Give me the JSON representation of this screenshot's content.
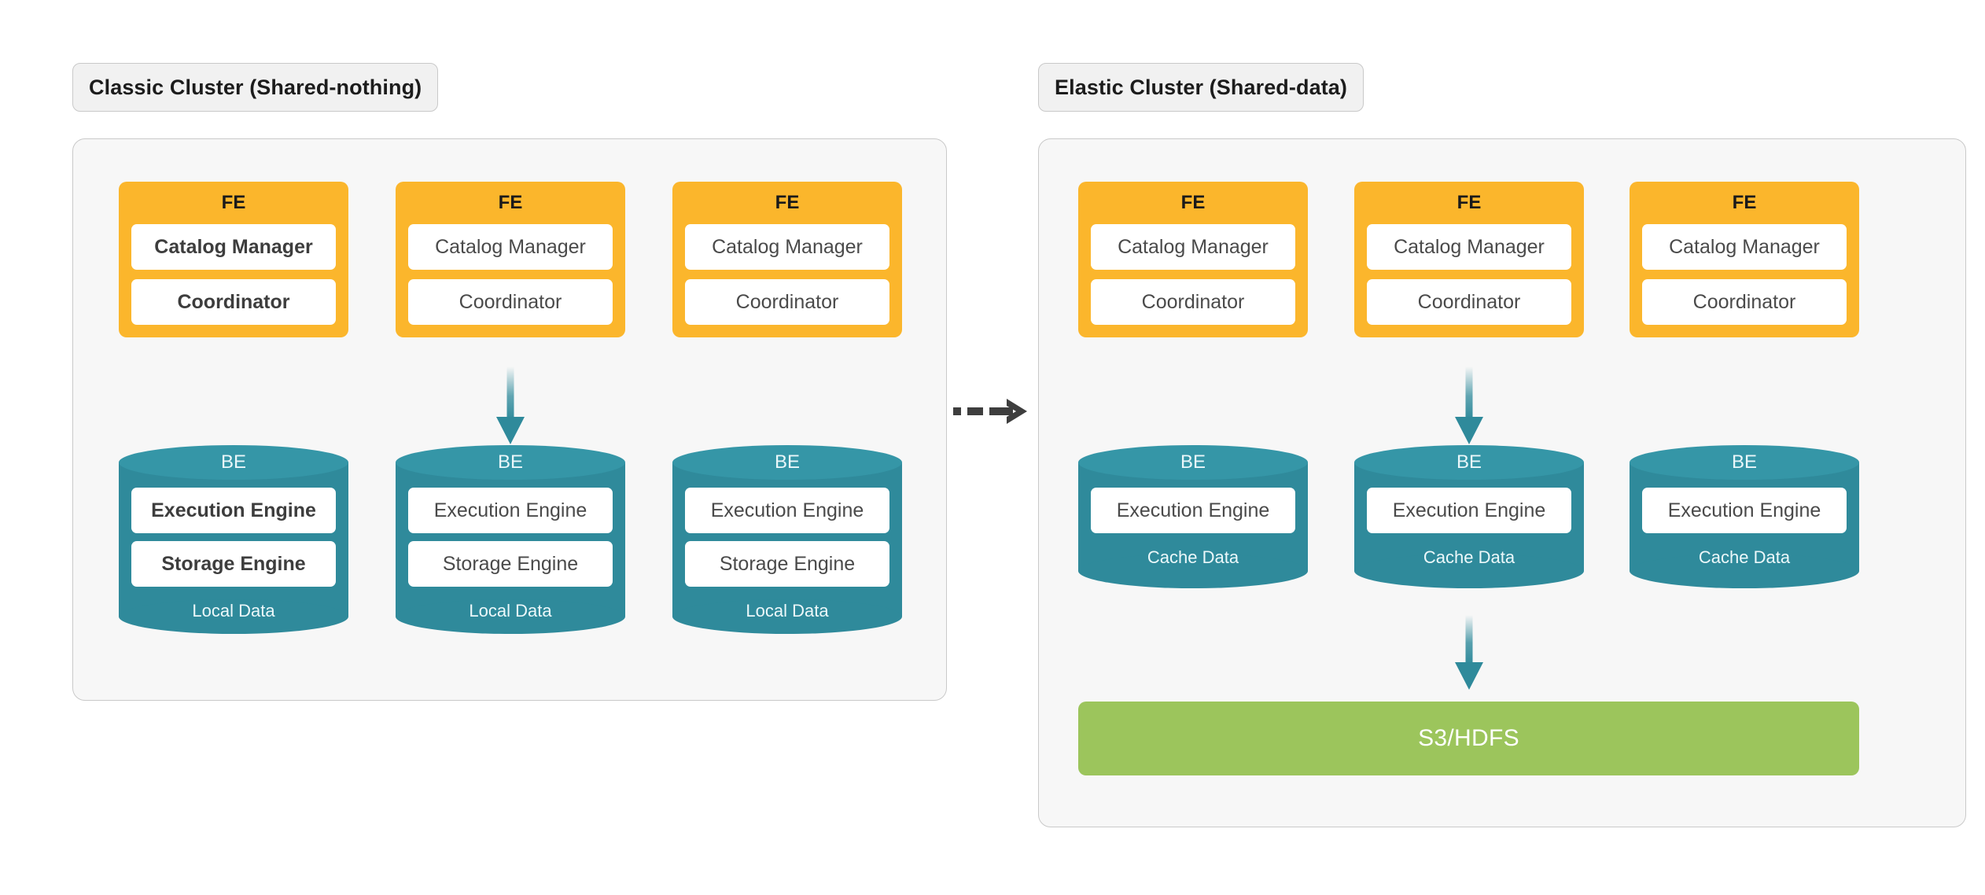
{
  "colors": {
    "fe_fill": "#fbb62c",
    "be_fill": "#2f8a9b",
    "be_cap": "#3596a7",
    "storage_fill": "#9cc55c",
    "panel_fill": "#f7f7f7",
    "panel_border": "#c9c9c9",
    "title_fill": "#f1f1f1",
    "arrow_teal": "#2f8a9b",
    "transition_arrow": "#3e3e3e",
    "page_background": "#ffffff"
  },
  "clusters": [
    {
      "id": "classic",
      "title": "Classic Cluster (Shared-nothing)",
      "fe_nodes": [
        {
          "title": "FE",
          "slots": [
            "Catalog Manager",
            "Coordinator"
          ]
        },
        {
          "title": "FE",
          "slots": [
            "Catalog Manager",
            "Coordinator"
          ]
        },
        {
          "title": "FE",
          "slots": [
            "Catalog Manager",
            "Coordinator"
          ]
        }
      ],
      "be_nodes": [
        {
          "title": "BE",
          "slots": [
            "Execution Engine",
            "Storage Engine"
          ],
          "footer": "Local Data"
        },
        {
          "title": "BE",
          "slots": [
            "Execution Engine",
            "Storage Engine"
          ],
          "footer": "Local Data"
        },
        {
          "title": "BE",
          "slots": [
            "Execution Engine",
            "Storage Engine"
          ],
          "footer": "Local Data"
        }
      ],
      "storage": null
    },
    {
      "id": "elastic",
      "title": "Elastic Cluster (Shared-data)",
      "fe_nodes": [
        {
          "title": "FE",
          "slots": [
            "Catalog Manager",
            "Coordinator"
          ]
        },
        {
          "title": "FE",
          "slots": [
            "Catalog Manager",
            "Coordinator"
          ]
        },
        {
          "title": "FE",
          "slots": [
            "Catalog Manager",
            "Coordinator"
          ]
        }
      ],
      "be_nodes": [
        {
          "title": "BE",
          "slots": [
            "Execution Engine"
          ],
          "footer": "Cache Data"
        },
        {
          "title": "BE",
          "slots": [
            "Execution Engine"
          ],
          "footer": "Cache Data"
        },
        {
          "title": "BE",
          "slots": [
            "Execution Engine"
          ],
          "footer": "Cache Data"
        }
      ],
      "storage": {
        "label": "S3/HDFS"
      }
    }
  ],
  "transition": {
    "icon": "dashed-right-arrow-icon"
  },
  "flow_arrows": {
    "classic_fe_to_be": "down-arrow-icon",
    "elastic_fe_to_be": "down-arrow-icon",
    "elastic_be_to_storage": "down-arrow-icon"
  }
}
